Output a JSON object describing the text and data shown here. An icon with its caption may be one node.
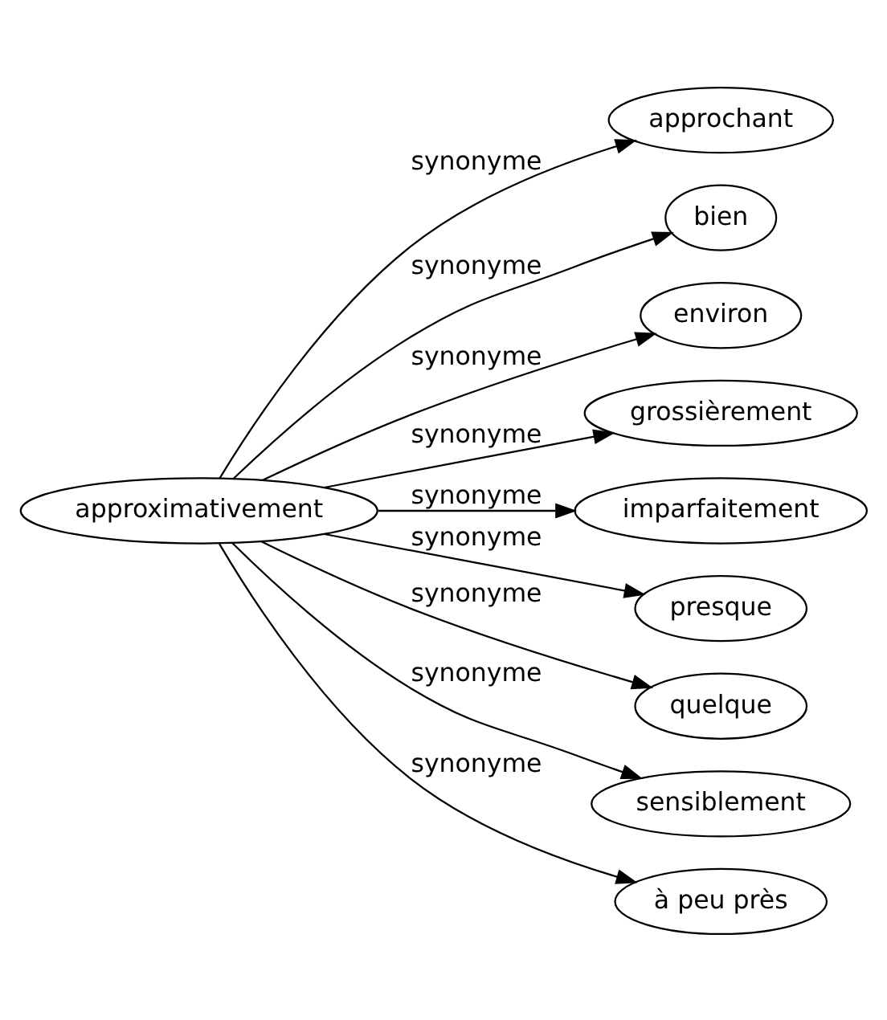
{
  "diagram": {
    "nodes": [
      {
        "text": [
          "approximativement"
        ]
      },
      {
        "text": [
          "approchant"
        ]
      },
      {
        "text": [
          "bien"
        ]
      },
      {
        "text": [
          "environ"
        ]
      },
      {
        "text": [
          "grossièrement"
        ]
      },
      {
        "text": [
          "imparfaitement"
        ]
      },
      {
        "text": [
          "presque"
        ]
      },
      {
        "text": [
          "quelque"
        ]
      },
      {
        "text": [
          "sensiblement"
        ]
      },
      {
        "text": [
          "à peu près"
        ]
      }
    ],
    "edges": [
      {
        "from": 0,
        "to": 1,
        "arrow": "to",
        "label": "synonyme"
      },
      {
        "from": 0,
        "to": 2,
        "arrow": "to",
        "label": "synonyme"
      },
      {
        "from": 0,
        "to": 3,
        "arrow": "to",
        "label": "synonyme"
      },
      {
        "from": 0,
        "to": 4,
        "arrow": "to",
        "label": "synonyme"
      },
      {
        "from": 0,
        "to": 5,
        "arrow": "to",
        "label": "synonyme"
      },
      {
        "from": 0,
        "to": 6,
        "arrow": "to",
        "label": "synonyme"
      },
      {
        "from": 0,
        "to": 7,
        "arrow": "to",
        "label": "synonyme"
      },
      {
        "from": 0,
        "to": 8,
        "arrow": "to",
        "label": "synonyme"
      },
      {
        "from": 0,
        "to": 9,
        "arrow": "to",
        "label": "synonyme"
      }
    ]
  }
}
